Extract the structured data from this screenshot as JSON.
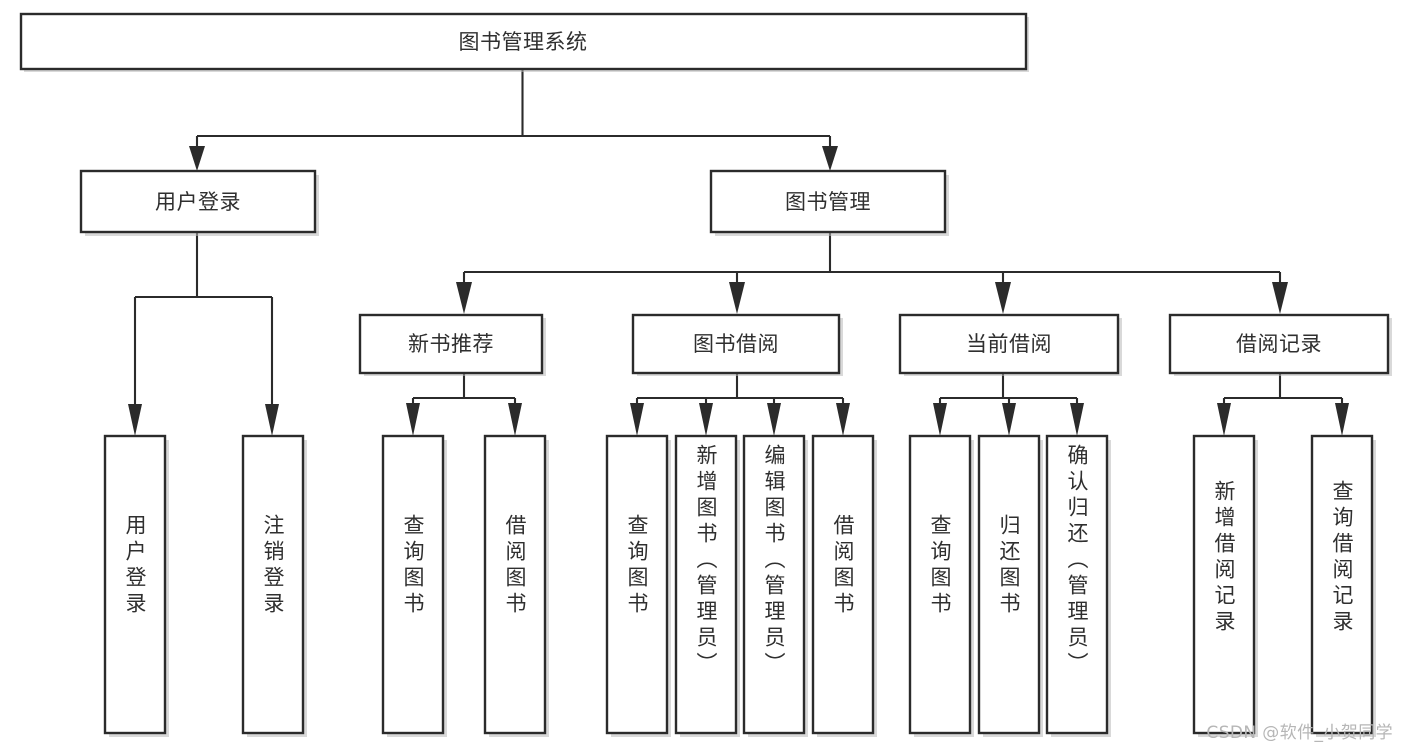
{
  "diagram": {
    "type": "tree",
    "title": "图书管理系统",
    "orientation": "top-down",
    "watermark": "CSDN @软件_小贺同学",
    "colors": {
      "box_fill": "#ffffff",
      "box_stroke": "#2b2b2b",
      "text": "#2f2f2f",
      "connector": "#2b2b2b",
      "watermark": "#b6b6b6",
      "background": "#ffffff"
    },
    "levels": 4,
    "nodes": {
      "root": {
        "label": "图书管理系统",
        "level": 0,
        "orientation": "horizontal"
      },
      "l1": [
        {
          "id": "user-login",
          "label": "用户登录",
          "level": 1,
          "orientation": "horizontal"
        },
        {
          "id": "book-manage",
          "label": "图书管理",
          "level": 1,
          "orientation": "horizontal"
        }
      ],
      "l2": [
        {
          "id": "new-book-rec",
          "label": "新书推荐",
          "level": 2,
          "orientation": "horizontal",
          "parent": "book-manage"
        },
        {
          "id": "book-borrow",
          "label": "图书借阅",
          "level": 2,
          "orientation": "horizontal",
          "parent": "book-manage"
        },
        {
          "id": "current-borrow",
          "label": "当前借阅",
          "level": 2,
          "orientation": "horizontal",
          "parent": "book-manage"
        },
        {
          "id": "borrow-record",
          "label": "借阅记录",
          "level": 2,
          "orientation": "horizontal",
          "parent": "book-manage"
        }
      ],
      "leaves": [
        {
          "id": "leaf-user-login",
          "label": "用户登录",
          "parent": "user-login",
          "orientation": "vertical"
        },
        {
          "id": "leaf-logout",
          "label": "注销登录",
          "parent": "user-login",
          "orientation": "vertical"
        },
        {
          "id": "leaf-query-book-1",
          "label": "查询图书",
          "parent": "new-book-rec",
          "orientation": "vertical"
        },
        {
          "id": "leaf-borrow-book-1",
          "label": "借阅图书",
          "parent": "new-book-rec",
          "orientation": "vertical"
        },
        {
          "id": "leaf-query-book-2",
          "label": "查询图书",
          "parent": "book-borrow",
          "orientation": "vertical"
        },
        {
          "id": "leaf-add-book",
          "label": "新增图书（管理员）",
          "parent": "book-borrow",
          "orientation": "vertical"
        },
        {
          "id": "leaf-edit-book",
          "label": "编辑图书（管理员）",
          "parent": "book-borrow",
          "orientation": "vertical"
        },
        {
          "id": "leaf-borrow-book-2",
          "label": "借阅图书",
          "parent": "book-borrow",
          "orientation": "vertical"
        },
        {
          "id": "leaf-query-book-3",
          "label": "查询图书",
          "parent": "current-borrow",
          "orientation": "vertical"
        },
        {
          "id": "leaf-return-book",
          "label": "归还图书",
          "parent": "current-borrow",
          "orientation": "vertical"
        },
        {
          "id": "leaf-confirm-return",
          "label": "确认归还（管理员）",
          "parent": "current-borrow",
          "orientation": "vertical"
        },
        {
          "id": "leaf-add-record",
          "label": "新增借阅记录",
          "parent": "borrow-record",
          "orientation": "vertical"
        },
        {
          "id": "leaf-query-record",
          "label": "查询借阅记录",
          "parent": "borrow-record",
          "orientation": "vertical"
        }
      ]
    }
  }
}
